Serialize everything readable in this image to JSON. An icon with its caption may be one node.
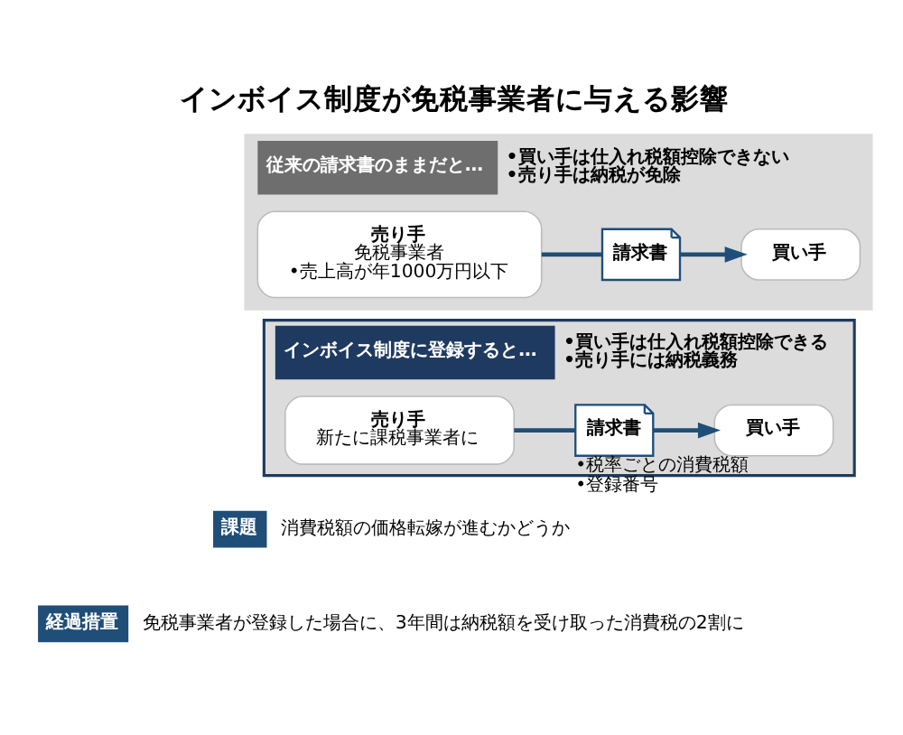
{
  "diagram": {
    "title": "インボイス制度が免税事業者に与える影響",
    "nodes": [
      {
        "text": [
          "従来の請求書のままだと…",
          "•買い手は仕入れ税額控除できない",
          "•売り手は納税が免除"
        ]
      },
      {
        "text": [
          "売り手",
          "免税事業者",
          "•売上高が年1000万円以下"
        ],
        "in": 0
      },
      {
        "text": [
          "請求書"
        ],
        "in": 0
      },
      {
        "text": [
          "買い手"
        ],
        "in": 0
      },
      {
        "text": [
          "インボイス制度に登録すると…",
          "•買い手は仕入れ税額控除できる",
          "•売り手には納税義務"
        ]
      },
      {
        "text": [
          "売り手",
          "新たに課税事業者に"
        ],
        "in": 4
      },
      {
        "text": [
          "請求書"
        ],
        "in": 4,
        "beside": [
          "•税率ごとの消費税額",
          "•登録番号"
        ]
      },
      {
        "text": [
          "買い手"
        ],
        "in": 4
      },
      {
        "text": [
          "課題"
        ],
        "beside": [
          "消費税額の価格転嫁が進むかどうか"
        ]
      },
      {
        "text": [
          "経過措置"
        ],
        "beside": [
          "免税事業者が登録した場合に、3年間は納税額を受け取った消費税の2割に"
        ]
      }
    ],
    "edges": [
      {
        "from": 1,
        "to": 2,
        "arrow": "none"
      },
      {
        "from": 2,
        "to": 3,
        "arrow": "to"
      },
      {
        "from": 5,
        "to": 6,
        "arrow": "none"
      },
      {
        "from": 6,
        "to": 7,
        "arrow": "to"
      }
    ]
  }
}
